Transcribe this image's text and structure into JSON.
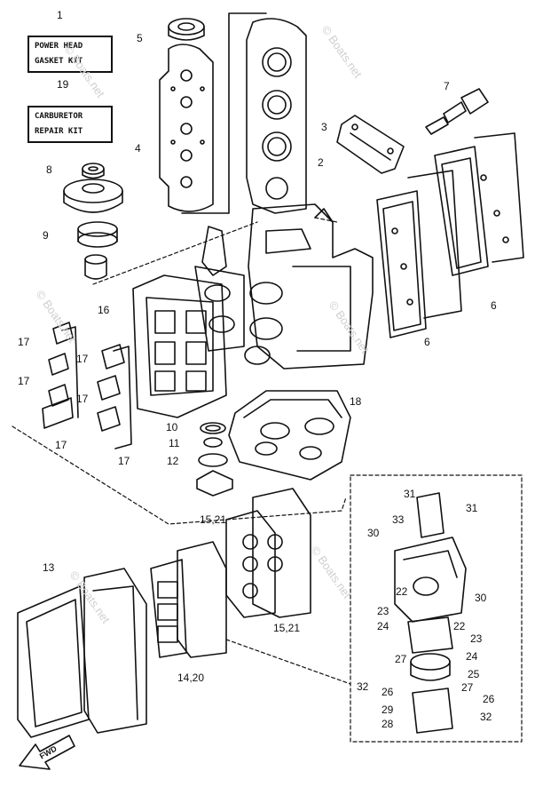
{
  "kits": {
    "power_head_num": "1",
    "power_head_line1": "POWER HEAD",
    "power_head_line2": "GASKET KIT",
    "carburetor_num": "19",
    "carburetor_line1": "CARBURETOR",
    "carburetor_line2": "REPAIR KIT"
  },
  "callouts": {
    "n2": "2",
    "n3": "3",
    "n4": "4",
    "n5": "5",
    "n6a": "6",
    "n6b": "6",
    "n7": "7",
    "n8": "8",
    "n9": "9",
    "n10": "10",
    "n11": "11",
    "n12": "12",
    "n13": "13",
    "n14_20": "14,20",
    "n15_21a": "15,21",
    "n15_21b": "15,21",
    "n16": "16",
    "n17a": "17",
    "n17b": "17",
    "n17c": "17",
    "n17d": "17",
    "n17e": "17",
    "n17f": "17",
    "n18": "18",
    "n22a": "22",
    "n22b": "22",
    "n23a": "23",
    "n23b": "23",
    "n24a": "24",
    "n24b": "24",
    "n25": "25",
    "n26a": "26",
    "n26b": "26",
    "n27a": "27",
    "n27b": "27",
    "n28": "28",
    "n29": "29",
    "n30a": "30",
    "n30b": "30",
    "n31a": "31",
    "n31b": "31",
    "n32a": "32",
    "n32b": "32",
    "n33": "33"
  },
  "fwd_label": "FWD",
  "watermark": "© Boats.net"
}
